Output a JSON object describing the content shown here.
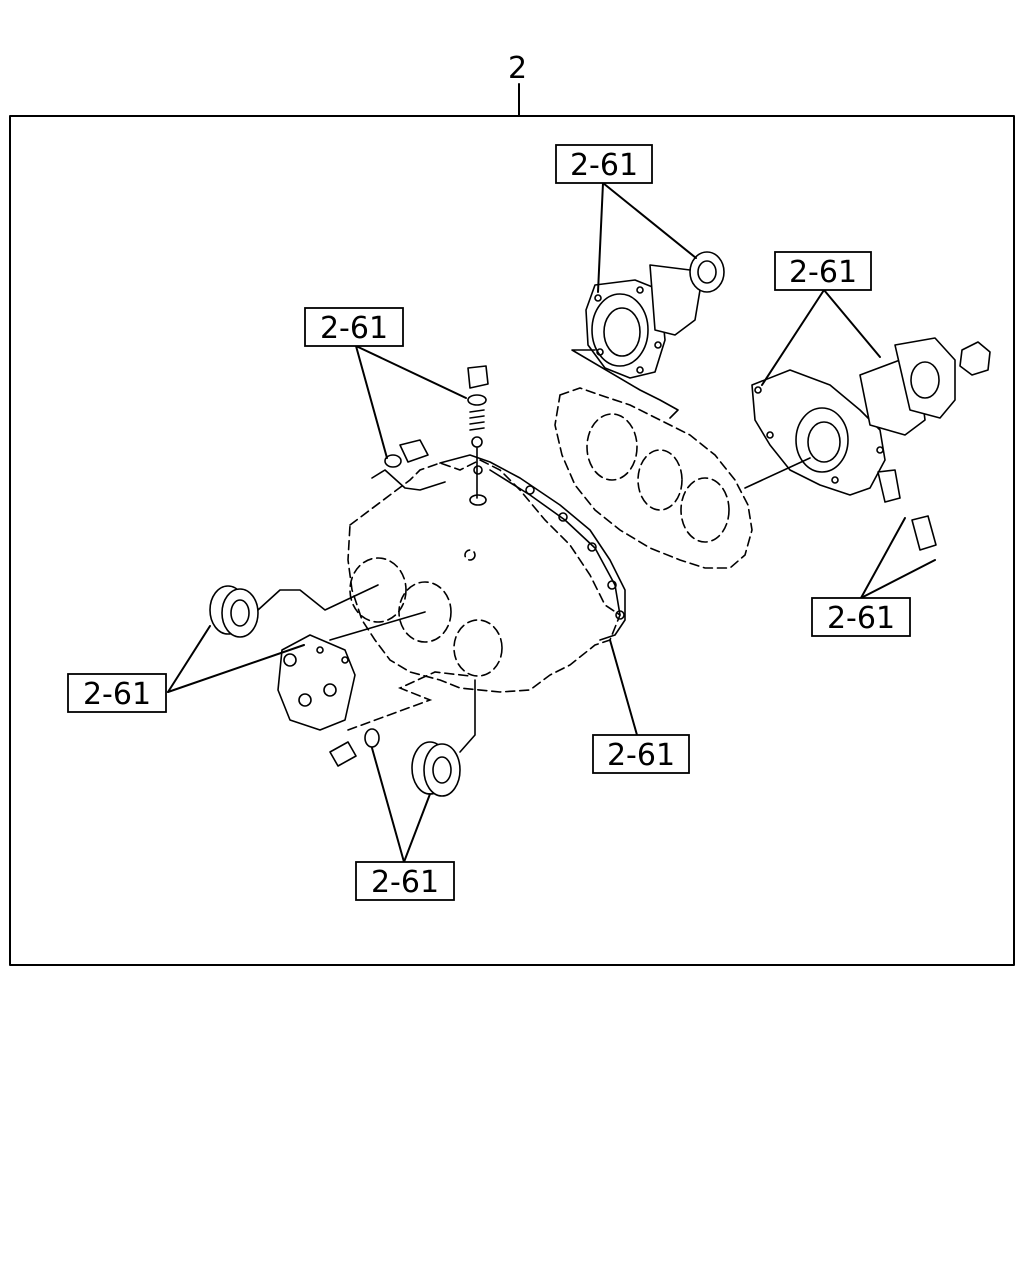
{
  "assembly": {
    "number": "2"
  },
  "callouts": [
    {
      "id": "top-center",
      "text": "2-61"
    },
    {
      "id": "upper-left",
      "text": "2-61"
    },
    {
      "id": "upper-right",
      "text": "2-61"
    },
    {
      "id": "right-middle",
      "text": "2-61"
    },
    {
      "id": "left-middle",
      "text": "2-61"
    },
    {
      "id": "center-right",
      "text": "2-61"
    },
    {
      "id": "bottom-center",
      "text": "2-61"
    }
  ]
}
